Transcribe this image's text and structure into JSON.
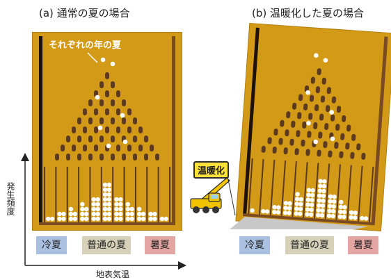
{
  "panel_a": {
    "title": "(a) 通常の夏の場合",
    "callout": "それぞれの年の夏",
    "categories": [
      "冷夏",
      "普通の夏",
      "暑夏"
    ]
  },
  "panel_b": {
    "title": "(b) 温暖化した夏の場合",
    "categories": [
      "冷夏",
      "普通の夏",
      "暑夏"
    ]
  },
  "crane": {
    "label": "温暖化"
  },
  "axes": {
    "y_label": "発生頻度",
    "x_label": "地表気温"
  },
  "colors": {
    "board": "#d39a17",
    "board_edge": "#b3800f",
    "frame": "#7a4a22",
    "peg": "#5c3a1f",
    "ball": "#ffffff",
    "cold": "#a9c0e0",
    "normal": "#d6d1b8",
    "hot": "#e3a6a2",
    "crane": "#f2c300"
  },
  "bin_counts_a": [
    2,
    4,
    5,
    7,
    10,
    16,
    10,
    7,
    5,
    4,
    2
  ],
  "bin_counts_b": [
    1,
    2,
    4,
    6,
    9,
    12,
    16,
    10,
    7,
    4,
    2
  ]
}
